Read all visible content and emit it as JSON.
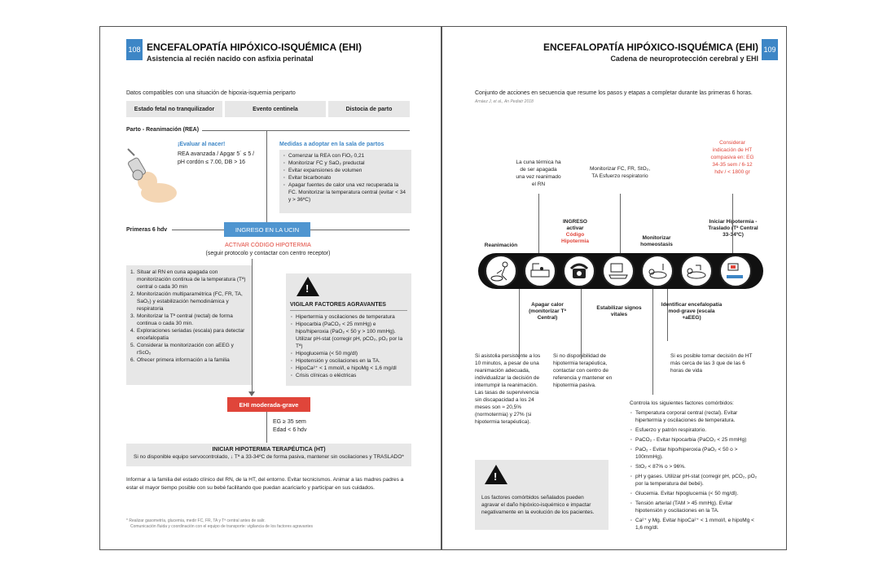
{
  "left": {
    "page_number": "108",
    "title": "ENCEFALOPATÍA HIPÓXICO-ISQUÉMICA (EHI)",
    "subtitle": "Asistencia al recién nacido con asfixia perinatal",
    "intro": "Datos compatibles con una situación de hipoxia-isquemia periparto",
    "criteria": [
      "Estado fetal no tranquilizador",
      "Evento centinela",
      "Distocia de parto"
    ],
    "rea_label": "Parto - Reanimación (REA)",
    "evaluate_title": "¡Evaluar al nacer!",
    "evaluate_lines": [
      "REA avanzada / Apgar 5´ ≤ 5 /",
      "pH cordón ≤ 7.00, DB > 16"
    ],
    "measures_title": "Medidas a adoptar en la sala de partos",
    "measures": [
      "Comenzar la REA con FiO₂ 0,21",
      "Monitorizar FC y SaO₂ preductal",
      "Evitar expansiones de volumen",
      "Evitar bicarbonato",
      "Apagar fuentes de calor una vez recuperada la FC. Monitorizar la temperatura central (evitar < 34 y > 36ºC)"
    ],
    "first_hours_label": "Primeras 6 hdv",
    "ucin_label": "INGRESO EN LA UCIN",
    "activate_label": "ACTIVAR CÓDIGO HIPOTERMIA",
    "activate_sub": "(seguir protocolo y contactar con centro receptor)",
    "steps": [
      "Situar al RN en cuna apagada con monitorización continua de la temperatura (Tª) central o cada 30 min",
      "Monitorización multiparamétrica (FC, FR, TA, SaO₂) y estabilización hemodinámica y respiratoria",
      "Monitorizar la Tª central (rectal) de forma continua o cada 30 min.",
      "Exploraciones seriadas (escala) para detectar encefalopatía",
      "Considerar la monitorización con aEEG y rScO₂",
      "Ofrecer primera información a la familia"
    ],
    "warn_title": "VIGILAR FACTORES AGRAVANTES",
    "warn_items": [
      "Hipertermia y oscilaciones de temperatura",
      "Hipocarbia (PaCO₂ < 25 mmHg) e hipo/hiperoxia (PaO₂ < 50 y > 100 mmHg). Utilizar pH-stat (corregir pH, pCO₂, pO₂ por la Tª)",
      "Hipoglucemia (< 50 mg/dl)",
      "Hipotensión y oscilaciones en la TA.",
      "HipoCa²⁺ < 1 mmol/l, e hipoMg < 1,6 mg/dl",
      "Crisis clínicas o eléctricas"
    ],
    "ehi_label": "EHI moderada-grave",
    "ehi_criteria": [
      "EG ≥ 35 sem",
      "Edad < 6 hdv"
    ],
    "hypothermia_title": "INICIAR HIPOTERMIA TERAPÉUTICA (HT)",
    "hypothermia_text": "Si no disponible equipo servocontrolado, ↓ Tª a 33-34ºC de forma pasiva, mantener sin oscilaciones y TRASLADO*",
    "family_text": "Informar a la familia del estado clínico del RN, de la HT, del entorno. Evitar tecnicismos. Animar a las madres padres a estar el mayor tiempo posible con su bebé facilitando que puedan acariciarlo y participar en sus cuidados.",
    "footnotes": [
      "* Realizar gasometría, glucemia, medir FC, FR, TA y Tª central antes de salir.",
      "Comunicación fluida y coordinación con el equipo de transporte: vigilancia de los factores agravantes"
    ]
  },
  "right": {
    "page_number": "109",
    "title": "ENCEFALOPATÍA HIPÓXICO-ISQUÉMICA (EHI)",
    "subtitle": "Cadena de neuroprotección cerebral y EHI",
    "intro": "Conjunto de acciones en secuencia que resume los pasos y etapas a completar durante las primeras 6 horas.",
    "citation": "Arnáez J, et al., An Pediatr 2018",
    "top_labels": {
      "cuna": "La cuna térmica ha de ser apagada una vez reanimado el RN",
      "monitorizar": "Monitorizar FC, FR, StO₂, TA Esfuerzo respiratorio",
      "considerar": "Considerar indicación de HT compasiva en: EG 34-35 sem / 6-12 hdv / < 1800 gr"
    },
    "mid_labels": {
      "reanimacion": "Reanimación",
      "ingreso_a": "INGRESO",
      "ingreso_b": "activar",
      "ingreso_c": "Código Hipotermia",
      "homeostasis": "Monitorizar homeostasis",
      "iniciar": "Iniciar Hipotermia - Traslado (Tª Central 33-34ºC)"
    },
    "bottom_labels": {
      "apagar": "Apagar calor (monitorizar Tª Central)",
      "estabilizar": "Estabilizar signos vitales",
      "identificar": "Identificar encefalopatía mod-grave (escala +aEEG)"
    },
    "note_asistolia": "Si asistolia persistente a los 10 minutos, a pesar de una reanimación adecuada, individualizar la decisión de interrumpir la reanimación. Las tasas de supervivencia sin discapacidad a los 24 meses son ≈ 20,5% (normotermia) y 27% (si hipotermia terapéutica).",
    "note_nodisp": "Si no disponibilidad de hipotermia terapéutica, contactar con centro de referencia y mantener en hipotermia pasiva.",
    "note_decision": "Si es posible tomar decisión de HT más cerca de las 3 que de las 6 horas de vida",
    "control_title": "Controla los siguientes factores comórbidos:",
    "control_items": [
      "Temperatura corporal central (rectal). Evitar hipertermia y oscilaciones de temperatura.",
      "Esfuerzo y patrón respiratorio.",
      "PaCO₂ - Evitar hipocarbia (PaCO₂ < 25 mmHg)",
      "PaO₂ - Evitar hipo/hiperoxia (PaO₂ < 50 o > 100mmHg).",
      "StO₂ < 87% o > 96%.",
      "pH y gases. Utilizar pH-stat (corregir pH, pCO₂, pO₂ por la temperatura del bebé).",
      "Glucemia. Evitar hipoglucemia (< 50 mg/dl).",
      "Tensión arterial (TAM > 45 mmHg). Evitar hipotensión y oscilaciones en la TA.",
      "Ca²⁺ y Mg. Evitar hipoCa²⁺ < 1 mmol/l, e hipoMg < 1,6 mg/dl."
    ],
    "warn_text": "Los factores comórbidos señalados pueden agravar el daño hipóxico-isquémico e impactar negativamente en la evolución de los pacientes."
  }
}
